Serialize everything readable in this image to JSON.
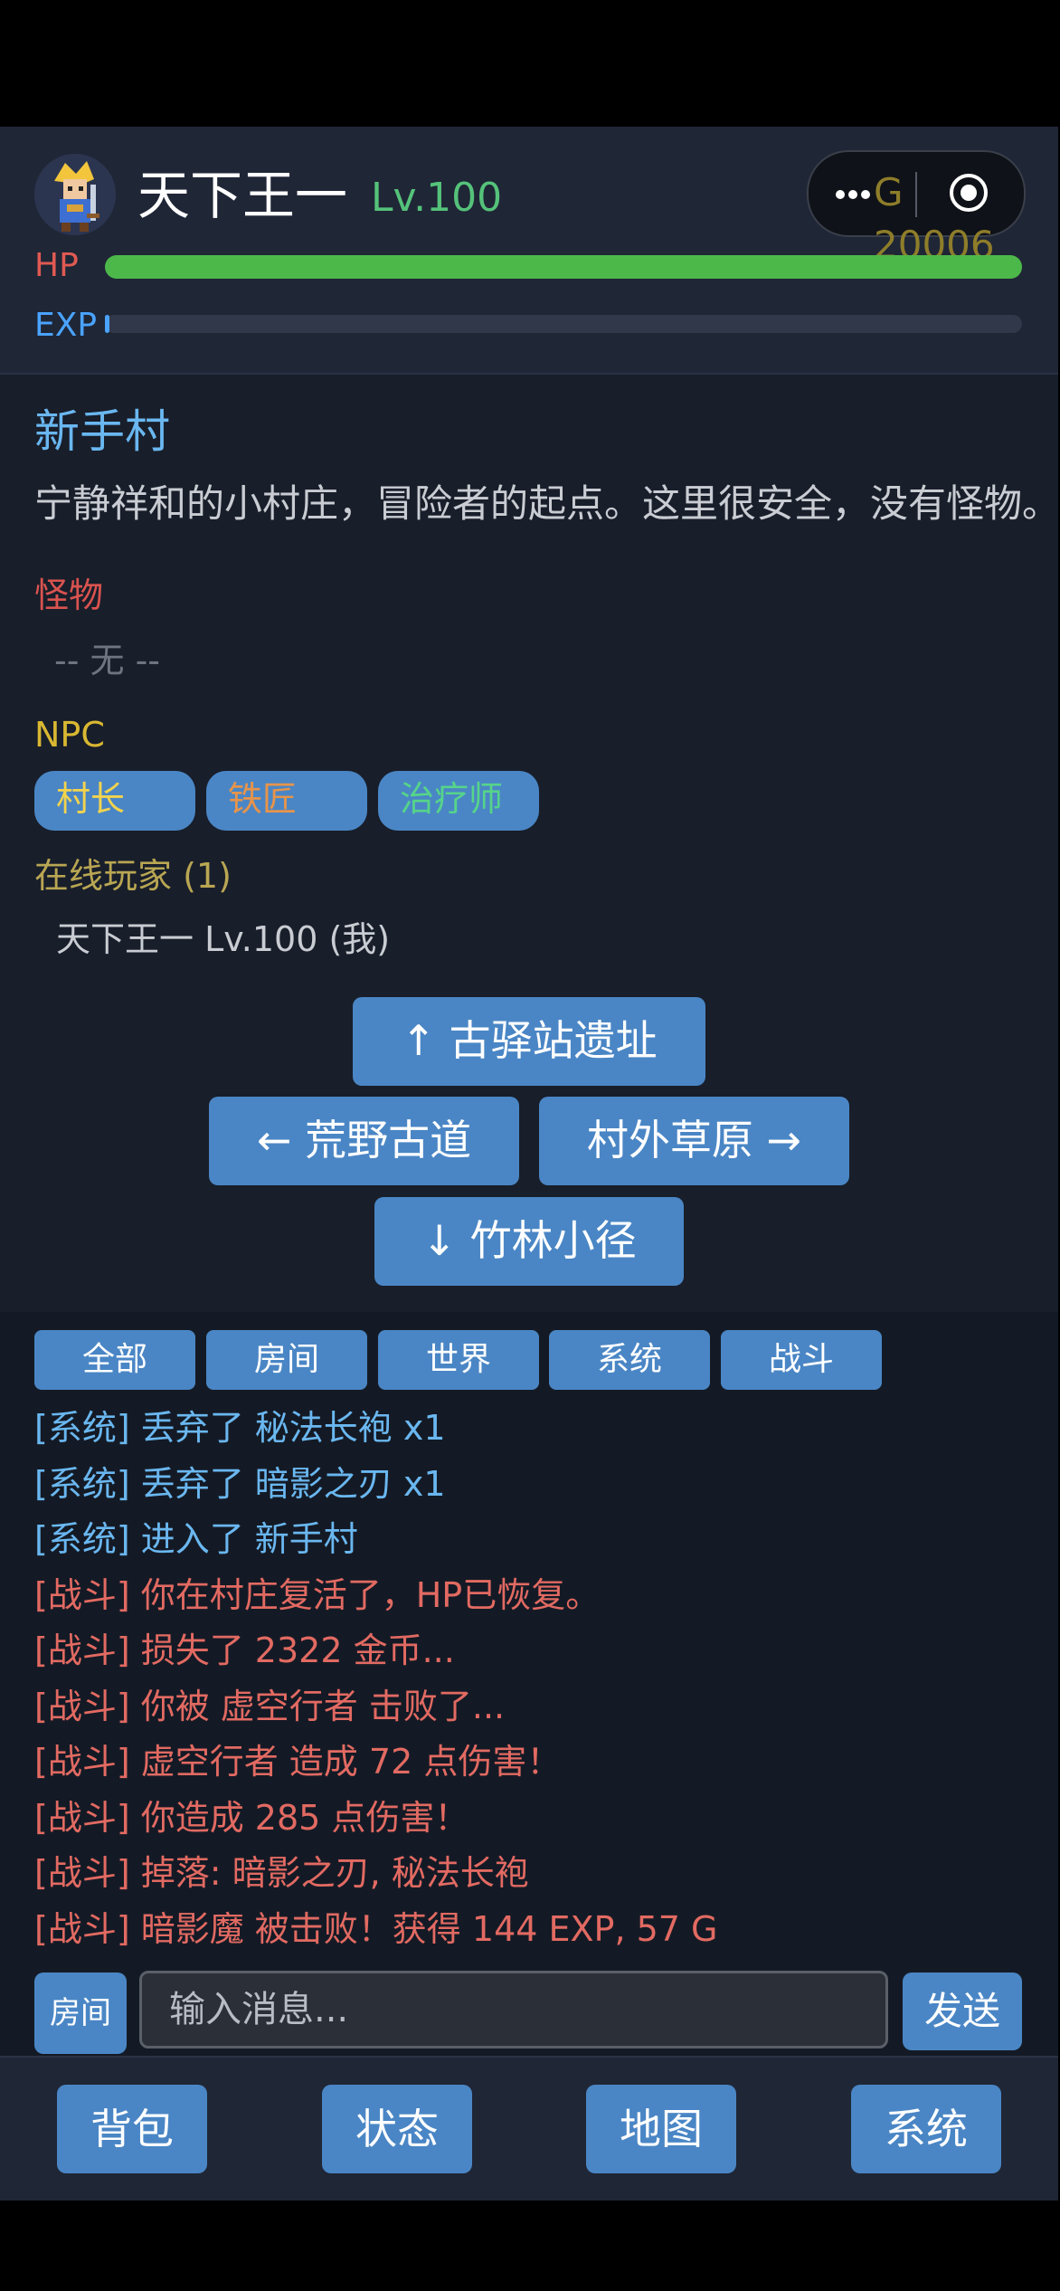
{
  "player": {
    "name": "天下王一",
    "level": "Lv.100",
    "gold": "G 20006",
    "hp_label": "HP",
    "exp_label": "EXP",
    "hp_ratio": 1.0,
    "exp_ratio": 0.005,
    "avatar_icon": "pixel-hero-avatar"
  },
  "room": {
    "name": "新手村",
    "description": "宁静祥和的小村庄，冒险者的起点。这里很安全，没有怪物。",
    "monster_title": "怪物",
    "monster_empty": "-- 无 --",
    "npc_title": "NPC",
    "npcs": [
      {
        "label": "村长",
        "color": "#f2d34e"
      },
      {
        "label": "铁匠",
        "color": "#e7944a"
      },
      {
        "label": "治疗师",
        "color": "#56d48a"
      }
    ],
    "players_title": "在线玩家 (1)",
    "players": [
      "天下王一 Lv.100 (我)"
    ]
  },
  "exits": {
    "north": "↑ 古驿站遗址",
    "west": "← 荒野古道",
    "east": "村外草原 →",
    "south": "↓ 竹林小径"
  },
  "chat": {
    "tabs": [
      "全部",
      "房间",
      "世界",
      "系统",
      "战斗"
    ],
    "messages": [
      {
        "type": "sys",
        "text": "[系统] 丢弃了 秘法长袍 x1"
      },
      {
        "type": "sys",
        "text": "[系统] 丢弃了 暗影之刃 x1"
      },
      {
        "type": "sys",
        "text": "[系统] 进入了 新手村"
      },
      {
        "type": "fight",
        "text": "[战斗] 你在村庄复活了，HP已恢复。"
      },
      {
        "type": "fight",
        "text": "[战斗] 损失了 2322 金币..."
      },
      {
        "type": "fight",
        "text": "[战斗] 你被 虚空行者 击败了..."
      },
      {
        "type": "fight",
        "text": "[战斗] 虚空行者 造成 72 点伤害！"
      },
      {
        "type": "fight",
        "text": "[战斗] 你造成 285 点伤害！"
      },
      {
        "type": "fight",
        "text": "[战斗] 掉落: 暗影之刃, 秘法长袍"
      },
      {
        "type": "fight",
        "text": "[战斗] 暗影魔 被击败！获得 144 EXP, 57 G"
      }
    ],
    "channel": "房间",
    "input_placeholder": "输入消息...",
    "send_label": "发送"
  },
  "nav": [
    "背包",
    "状态",
    "地图",
    "系统"
  ]
}
